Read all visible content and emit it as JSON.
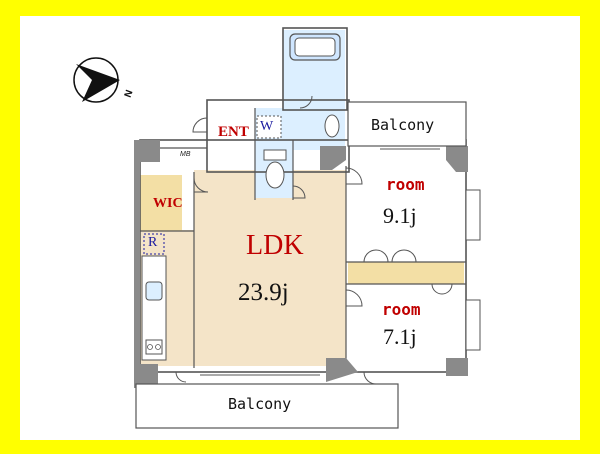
{
  "rooms": {
    "entrance": "ENT",
    "washroom": "W",
    "meter_box": "MB",
    "walk_in_closet": "WIC",
    "refrigerator": "R",
    "ldk": {
      "label": "LDK",
      "size": "23.9j"
    },
    "room_north": {
      "label": "room",
      "size": "9.1j"
    },
    "room_south": {
      "label": "room",
      "size": "7.1j"
    },
    "balcony_top": "Balcony",
    "balcony_bottom": "Balcony"
  },
  "compass": {
    "label": "N"
  },
  "colors": {
    "frame": "#ffff00",
    "paper": "#ffffff",
    "floor_ldk": "#f4e4c8",
    "floor_wet": "#dcefff",
    "floor_wic": "#f3dfa5",
    "wall": "#8a8a8a",
    "label_room": "#c00000",
    "label_fixture": "#1a1aa0"
  }
}
